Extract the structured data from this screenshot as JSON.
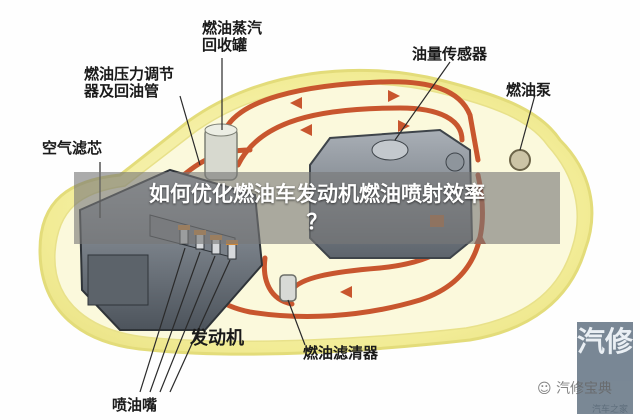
{
  "labels": {
    "evap_canister": "燃油蒸汽\n回收罐",
    "pressure_regulator": "燃油压力调节\n器及回油管",
    "fuel_level_sensor": "油量传感器",
    "fuel_pump": "燃油泵",
    "air_filter": "空气滤芯",
    "engine": "发动机",
    "fuel_filter": "燃油滤清器",
    "injector": "喷油嘴"
  },
  "title": "如何优化燃油车发动机燃油喷射效率\n？",
  "watermark": {
    "box_text": "汽修",
    "brand_text": "汽修宝典",
    "sub_text": "汽车之家"
  },
  "colors": {
    "car_glow": "#f4f0a0",
    "fuel_line": "#c8562e",
    "banner": "#787878"
  }
}
